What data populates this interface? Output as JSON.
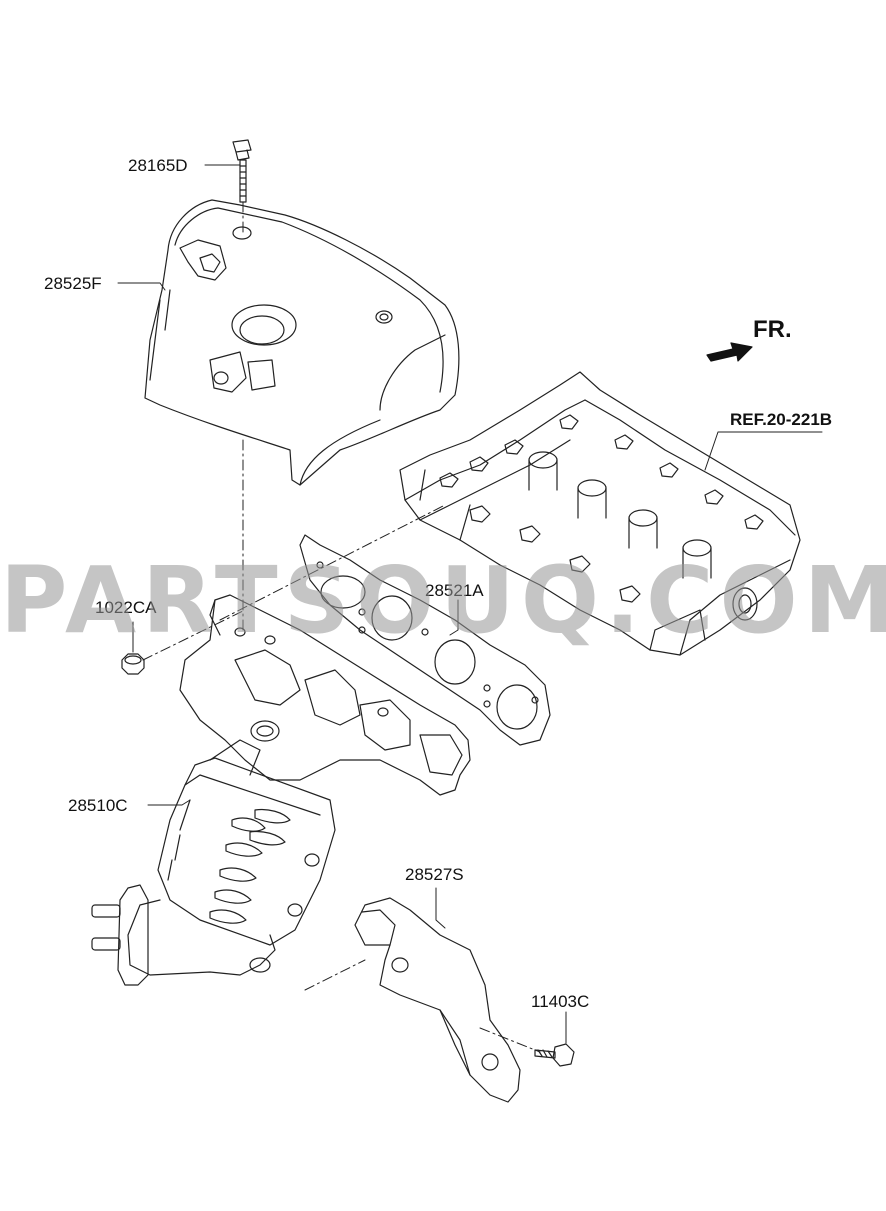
{
  "labels": {
    "bolt_top": "28165D",
    "heat_shield": "28525F",
    "nut": "1022CA",
    "gasket": "28521A",
    "manifold_catalyst": "28510C",
    "bracket": "28527S",
    "bolt_bracket": "11403C",
    "cylinder_head_ref": "REF.20-221B",
    "front": "FR."
  },
  "watermark": "PARTSOUQ.COM",
  "icons": {
    "front": "arrow-right-icon"
  },
  "colors": {
    "line": "#222222",
    "watermark": "#999999"
  }
}
